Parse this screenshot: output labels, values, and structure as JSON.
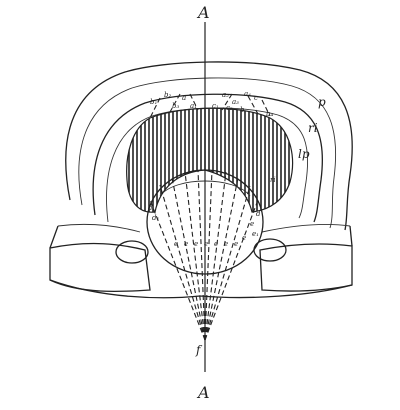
{
  "figure": {
    "labels": {
      "axis_top": "A",
      "axis_bottom": "A",
      "focus": "f",
      "outer_layer": "p",
      "inner_layer": "ri",
      "lamina": "lp",
      "edge_mark": "ri"
    },
    "upper_marks": [
      "b₁",
      "b₂",
      "b₃",
      "a",
      "a₁",
      "a₂",
      "a₃",
      "a₄",
      "c",
      "c₁",
      "c₂",
      "b",
      "b₄"
    ],
    "side_marks": [
      "d",
      "d₁",
      "e",
      "e₁",
      "d"
    ],
    "lower_marks": [
      "e",
      "e",
      "e",
      "e",
      "e",
      "e",
      "e",
      "e"
    ],
    "colors": {
      "ink": "#222222",
      "paper": "#ffffff"
    }
  }
}
